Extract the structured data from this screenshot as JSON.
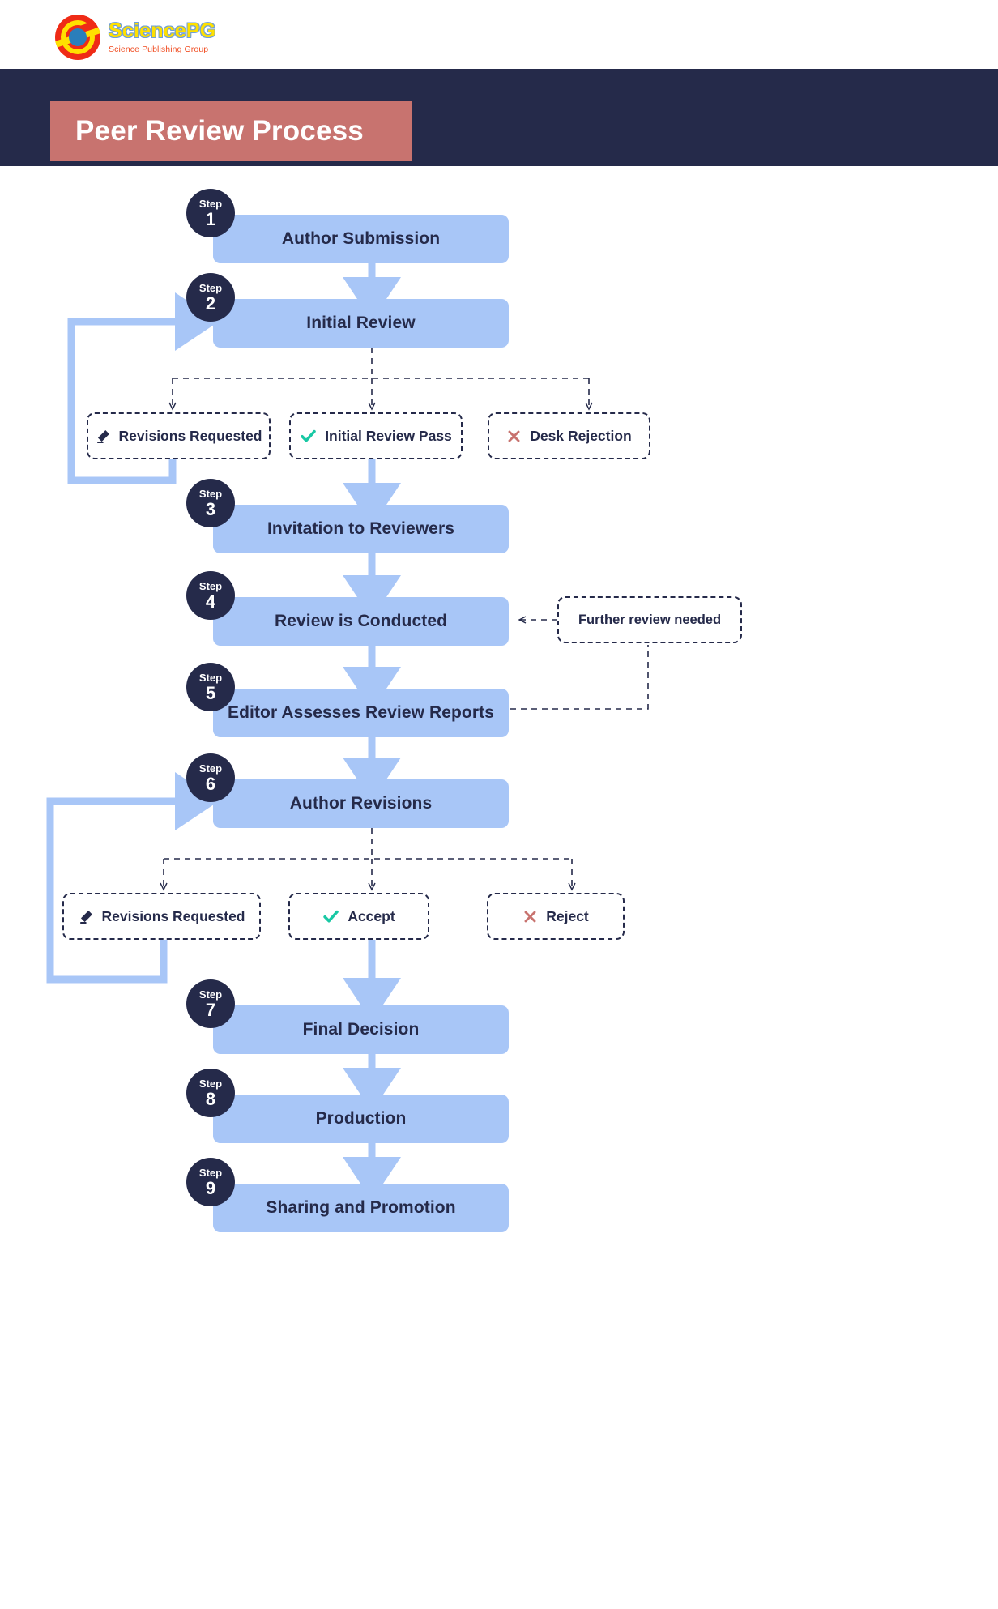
{
  "brand": {
    "logo_icon": "sciencepg-logo-icon",
    "name": "SciencePG",
    "tagline": "Science Publishing Group"
  },
  "header": {
    "title": "Peer Review Process",
    "band_color": "#252a4a",
    "plate_color": "#c8736f",
    "title_color": "#ffffff"
  },
  "theme": {
    "step_fill": "#a8c6f7",
    "badge_fill": "#252a4a",
    "text_dark": "#252a4a",
    "accent_accept": "#19c8a4",
    "accent_reject": "#c8736f",
    "connector_blue": "#a8c6f7",
    "dashed_navy": "#252a4a"
  },
  "badge_label": "Step",
  "chart_data": {
    "type": "diagram",
    "title": "Peer Review Process",
    "steps": [
      {
        "number": "1",
        "label": "Author Submission"
      },
      {
        "number": "2",
        "label": "Initial Review"
      },
      {
        "number": "3",
        "label": "Invitation to Reviewers"
      },
      {
        "number": "4",
        "label": "Review is Conducted"
      },
      {
        "number": "5",
        "label": "Editor Assesses Review Reports"
      },
      {
        "number": "6",
        "label": "Author Revisions"
      },
      {
        "number": "7",
        "label": "Final Decision"
      },
      {
        "number": "8",
        "label": "Production"
      },
      {
        "number": "9",
        "label": "Sharing and Promotion"
      }
    ],
    "decisions_after_step2": [
      {
        "label": "Revisions Requested",
        "icon": "pencil-icon",
        "icon_color": "#252a4a"
      },
      {
        "label": "Initial Review Pass",
        "icon": "check-icon",
        "icon_color": "#19c8a4"
      },
      {
        "label": "Desk Rejection",
        "icon": "cross-icon",
        "icon_color": "#c8736f"
      }
    ],
    "decisions_after_step6": [
      {
        "label": "Revisions Requested",
        "icon": "pencil-icon",
        "icon_color": "#252a4a"
      },
      {
        "label": "Accept",
        "icon": "check-icon",
        "icon_color": "#19c8a4"
      },
      {
        "label": "Reject",
        "icon": "cross-icon",
        "icon_color": "#c8736f"
      }
    ],
    "side_note": {
      "label": "Further review needed"
    },
    "edges": [
      {
        "from": "1",
        "to": "2",
        "style": "solid-arrow"
      },
      {
        "from": "2",
        "to": "Revisions Requested",
        "style": "dashed-arrow"
      },
      {
        "from": "2",
        "to": "Initial Review Pass",
        "style": "dashed-arrow"
      },
      {
        "from": "2",
        "to": "Desk Rejection",
        "style": "dashed-arrow"
      },
      {
        "from": "Revisions Requested",
        "to": "2",
        "style": "solid-loop-arrow"
      },
      {
        "from": "Initial Review Pass",
        "to": "3",
        "style": "solid-arrow"
      },
      {
        "from": "3",
        "to": "4",
        "style": "solid-arrow"
      },
      {
        "from": "4",
        "to": "5",
        "style": "solid-arrow"
      },
      {
        "from": "Further review needed",
        "to": "4",
        "style": "dashed-arrow"
      },
      {
        "from": "5",
        "to": "Further review needed",
        "style": "dashed-line"
      },
      {
        "from": "5",
        "to": "6",
        "style": "solid-arrow"
      },
      {
        "from": "6",
        "to": "Revisions Requested",
        "style": "dashed-arrow"
      },
      {
        "from": "6",
        "to": "Accept",
        "style": "dashed-arrow"
      },
      {
        "from": "6",
        "to": "Reject",
        "style": "dashed-arrow"
      },
      {
        "from": "Revisions Requested",
        "to": "6",
        "style": "solid-loop-arrow"
      },
      {
        "from": "Accept",
        "to": "7",
        "style": "solid-arrow"
      },
      {
        "from": "7",
        "to": "8",
        "style": "solid-arrow"
      },
      {
        "from": "8",
        "to": "9",
        "style": "solid-arrow"
      }
    ]
  }
}
